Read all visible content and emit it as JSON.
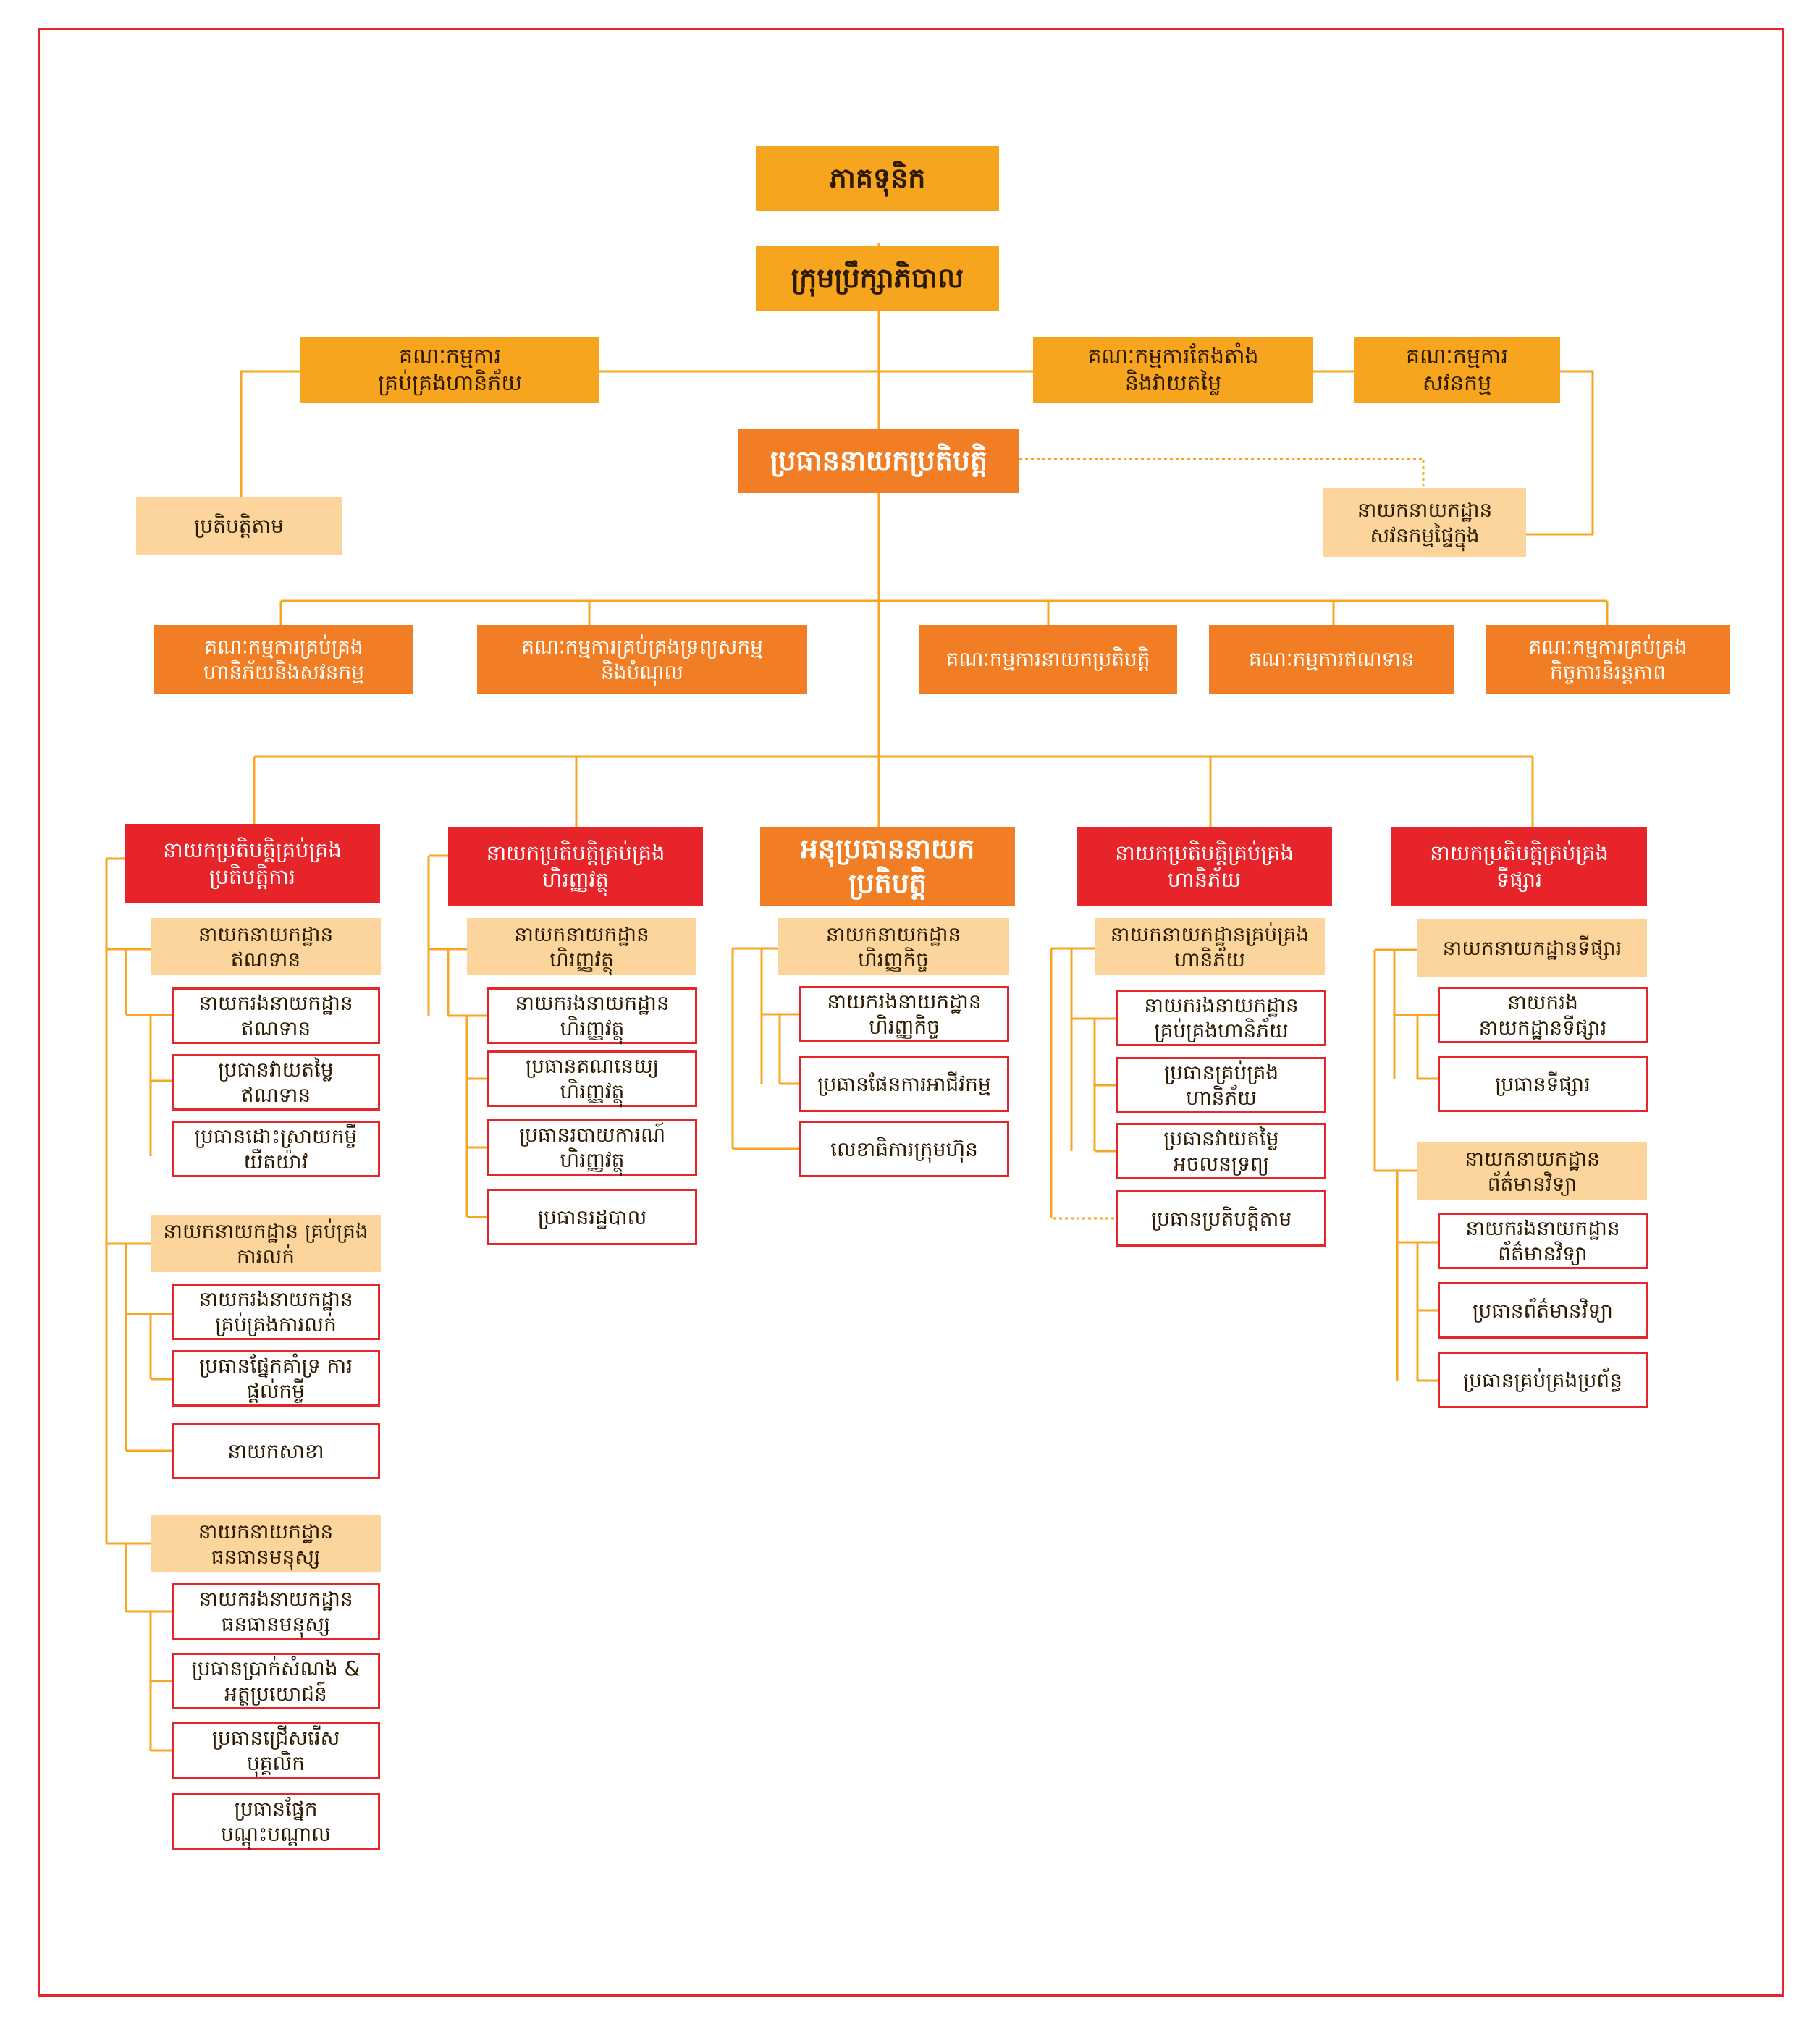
{
  "colors": {
    "gold": "#f7a51e",
    "orange": "#f17e24",
    "red": "#e8242b",
    "peach": "#fbd59c",
    "line": "#f6a623",
    "border": "#e5252a"
  },
  "top": {
    "shareholders": "ភាគទុនិក",
    "board": "ក្រុមប្រឹក្សាភិបាល",
    "risk_committee": "គណៈកម្មការ\nគ្រប់គ្រងហានិភ័យ",
    "nomination_committee": "គណៈកម្មការតែងតាំង\nនិងវាយតម្លៃ",
    "audit_committee": "គណៈកម្មការ\nសវនកម្ម",
    "ceo": "ប្រធាននាយកប្រតិបត្តិ",
    "compliance": "ប្រតិបត្តិតាម",
    "internal_audit": "នាយកនាយកដ្ឋាន\nសវនកម្មផ្ទៃក្នុង"
  },
  "committees": [
    "គណៈកម្មការគ្រប់គ្រង\nហានិភ័យនិងសវនកម្ម",
    "គណៈកម្មការគ្រប់គ្រងទ្រព្យសកម្ម\nនិងបំណុល",
    "គណៈកម្មការនាយកប្រតិបត្តិ",
    "គណៈកម្មការឥណទាន",
    "គណៈកម្មការគ្រប់គ្រង\nកិច្ចការនិរន្តភាព"
  ],
  "columns": {
    "operations": {
      "head": "នាយកប្រតិបត្តិគ្រប់គ្រង\nប្រតិបត្តិការ",
      "groups": [
        {
          "title": "នាយកនាយកដ្ឋាន\nឥណទាន",
          "items": [
            "នាយករងនាយកដ្ឋាន\nឥណទាន",
            "ប្រធានវាយតម្លៃ\nឥណទាន",
            "ប្រធានដោះស្រាយកម្ចី\nយឺតយ៉ាវ"
          ]
        },
        {
          "title": "នាយកនាយកដ្ឋាន គ្រប់គ្រង\nការលក់",
          "items": [
            "នាយករងនាយកដ្ឋាន\nគ្រប់គ្រងការលក់",
            "ប្រធានផ្នែកគាំទ្រ ការ\nផ្តល់កម្ចី",
            "នាយកសាខា"
          ]
        },
        {
          "title": "នាយកនាយកដ្ឋាន\nធនធានមនុស្ស",
          "items": [
            "នាយករងនាយកដ្ឋាន\nធនធានមនុស្ស",
            "ប្រធានប្រាក់សំណង &\nអត្ថប្រយោជន៍",
            "ប្រធានជ្រើសរើស\nបុគ្គលិក",
            "ប្រធានផ្នែក\nបណ្តុះបណ្តាល"
          ]
        }
      ]
    },
    "finance": {
      "head": "នាយកប្រតិបត្តិគ្រប់គ្រង\nហិរញ្ញវត្ថុ",
      "group_title": "នាយកនាយកដ្ឋាន\nហិរញ្ញវត្ថុ",
      "items": [
        "នាយករងនាយកដ្ឋាន\nហិរញ្ញវត្ថុ",
        "ប្រធានគណនេយ្យ\nហិរញ្ញវត្ថុ",
        "ប្រធានរបាយការណ៍\nហិរញ្ញវត្ថុ",
        "ប្រធានរដ្ឋបាល"
      ]
    },
    "deputy": {
      "head": "អនុប្រធាននាយក\nប្រតិបត្តិ",
      "group_title": "នាយកនាយកដ្ឋាន\nហិរញ្ញកិច្ច",
      "items": [
        "នាយករងនាយកដ្ឋាន\nហិរញ្ញកិច្ច",
        "ប្រធានផែនការអាជីវកម្ម",
        "លេខាធិការក្រុមហ៊ុន"
      ]
    },
    "risk": {
      "head": "នាយកប្រតិបត្តិគ្រប់គ្រង\nហានិភ័យ",
      "group_title": "នាយកនាយកដ្ឋានគ្រប់គ្រង\nហានិភ័យ",
      "items": [
        "នាយករងនាយកដ្ឋាន\nគ្រប់គ្រងហានិភ័យ",
        "ប្រធានគ្រប់គ្រង\nហានិភ័យ",
        "ប្រធានវាយតម្លៃ\nអចលនទ្រព្យ",
        "ប្រធានប្រតិបត្តិតាម"
      ]
    },
    "market": {
      "head": "នាយកប្រតិបត្តិគ្រប់គ្រង\nទីផ្សារ",
      "groups": [
        {
          "title": "នាយកនាយកដ្ឋានទីផ្សារ",
          "items": [
            "នាយករង\nនាយកដ្ឋានទីផ្សារ",
            "ប្រធានទីផ្សារ"
          ]
        },
        {
          "title": "នាយកនាយកដ្ឋាន\nព័ត៌មានវិទ្យា",
          "items": [
            "នាយករងនាយកដ្ឋាន\nព័ត៌មានវិទ្យា",
            "ប្រធានព័ត៌មានវិទ្យា",
            "ប្រធានគ្រប់គ្រងប្រព័ន្ធ"
          ]
        }
      ]
    }
  }
}
